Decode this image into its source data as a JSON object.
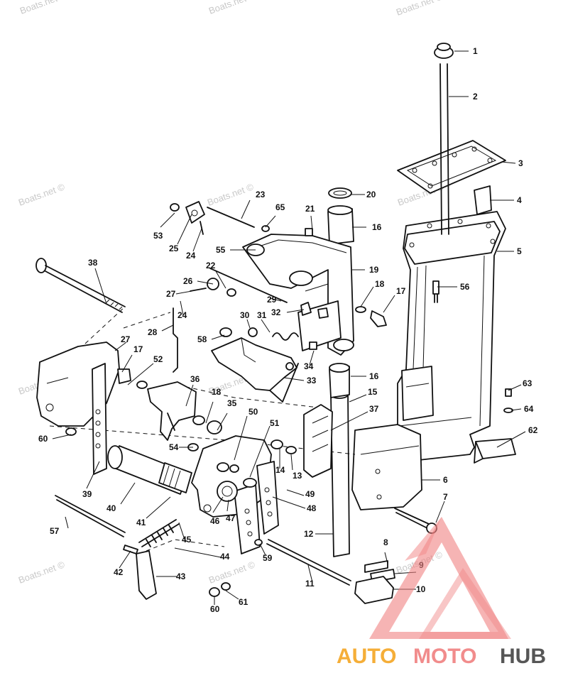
{
  "watermark": "Boats.net ©",
  "logo": {
    "part1": "AUTO",
    "part2": "MOTO",
    "part3": "HUB"
  },
  "callouts": [
    "1",
    "2",
    "3",
    "4",
    "5",
    "6",
    "7",
    "8",
    "9",
    "10",
    "11",
    "12",
    "13",
    "14",
    "15",
    "16",
    "16",
    "17",
    "17",
    "18",
    "18",
    "19",
    "20",
    "21",
    "22",
    "23",
    "24",
    "24",
    "25",
    "26",
    "27",
    "27",
    "28",
    "29",
    "30",
    "31",
    "32",
    "33",
    "34",
    "35",
    "36",
    "37",
    "38",
    "39",
    "40",
    "41",
    "42",
    "43",
    "44",
    "45",
    "46",
    "47",
    "48",
    "49",
    "50",
    "51",
    "52",
    "53",
    "54",
    "55",
    "56",
    "57",
    "58",
    "59",
    "60",
    "60",
    "61",
    "62",
    "63",
    "64",
    "65"
  ]
}
